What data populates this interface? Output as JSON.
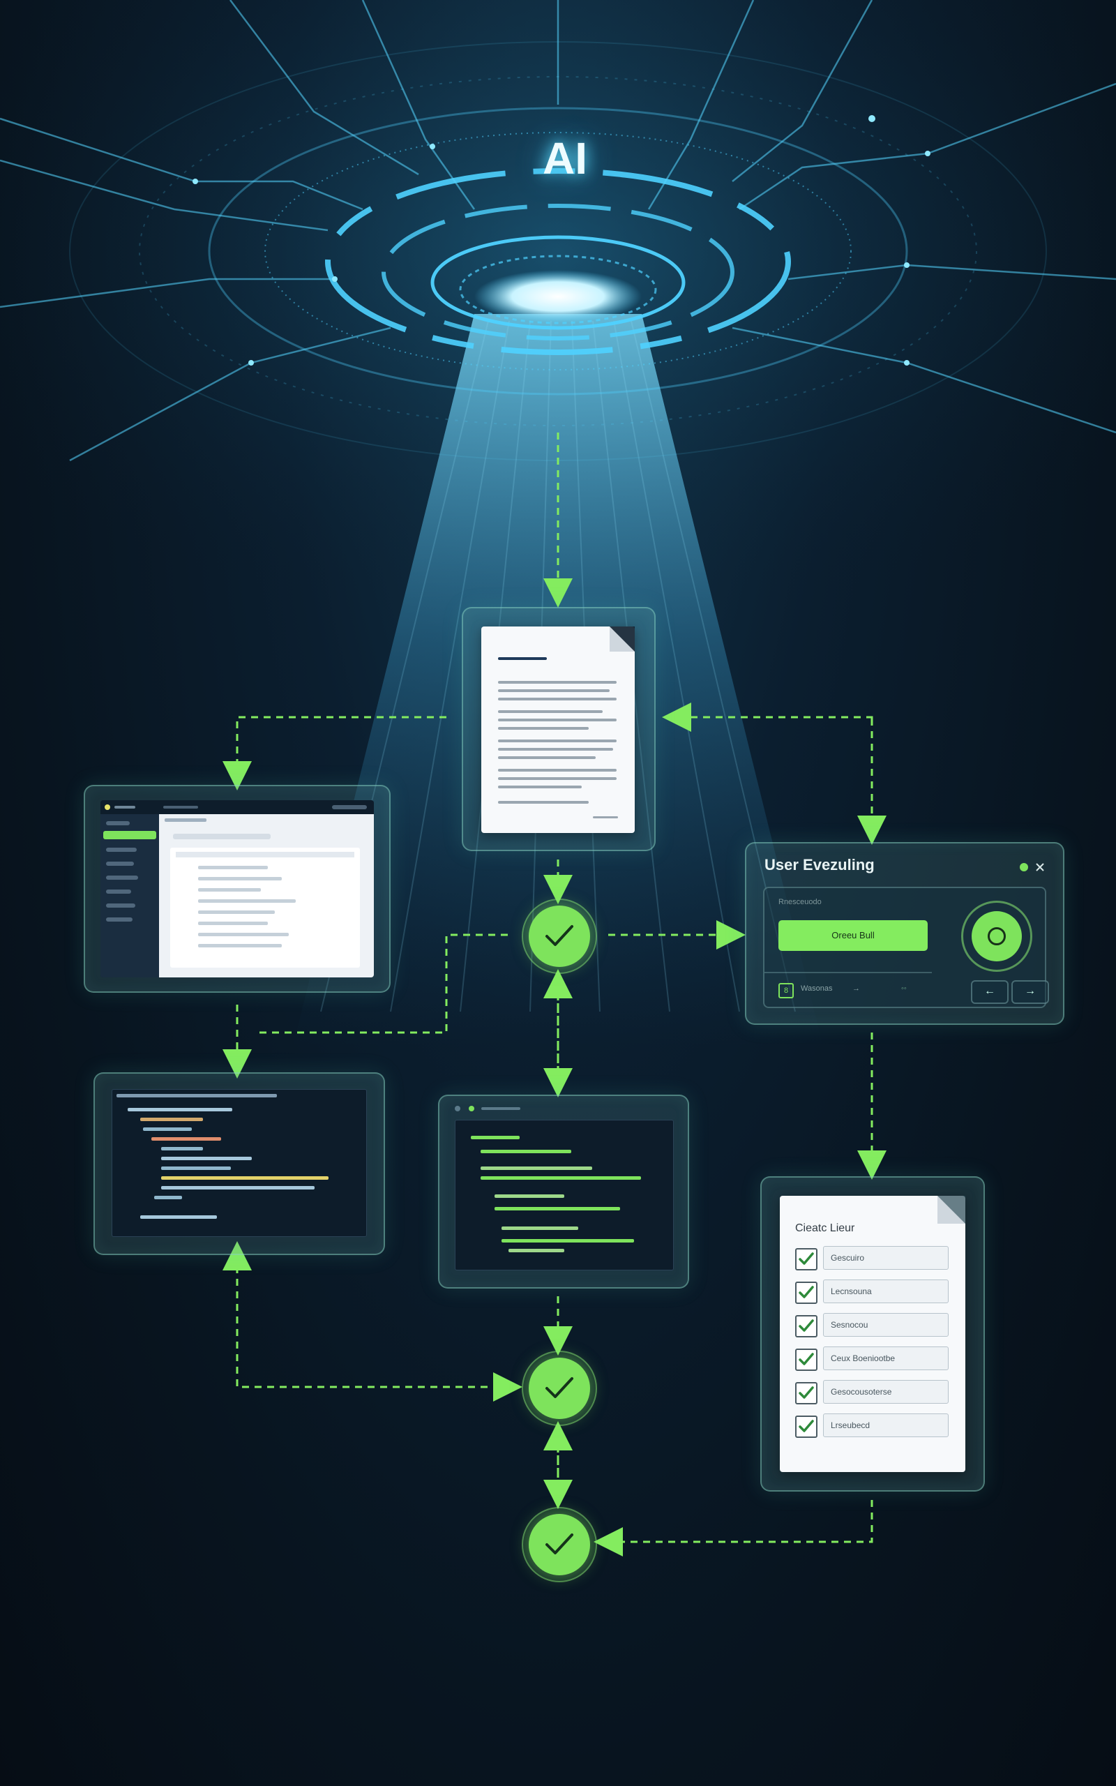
{
  "colors": {
    "accent_green": "#7ee35c",
    "hologram_cyan": "#4fd2ff",
    "background": "#08141f"
  },
  "hologram": {
    "label": "AI"
  },
  "user_window": {
    "title": "User Evezuling",
    "subtitle": "Rnesceuodo",
    "primary_button": "Oreeu Bull",
    "footer_item": "Wasonas",
    "footer_badge": "8",
    "nav_prev_icon": "arrow-left-icon",
    "nav_next_icon": "arrow-right-icon",
    "status_dot_icon": "status-dot-icon",
    "close_icon": "close-icon"
  },
  "checklist": {
    "title": "Cieatc Lieur",
    "items": [
      "Gescuiro",
      "Lecnsouna",
      "Sesnocou",
      "Ceux Boeniootbe",
      "Gesocousoterse",
      "Lrseubecd"
    ]
  },
  "check_nodes": {
    "icon": "checkmark-icon"
  }
}
